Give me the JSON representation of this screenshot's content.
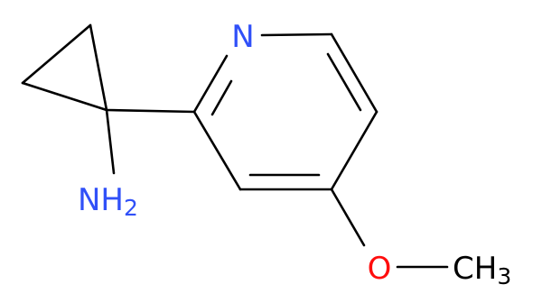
{
  "molecule": {
    "atoms": {
      "ring_nitrogen": {
        "symbol": "N",
        "color": "#3050F8"
      },
      "amine": {
        "symbol": "NH",
        "subscript": "2",
        "color": "#3050F8"
      },
      "methoxy_oxygen": {
        "symbol": "O",
        "color": "#FF0D0D"
      },
      "methyl": {
        "symbol": "CH",
        "subscript": "3",
        "color": "#000000"
      }
    },
    "bond_color": "#000000"
  }
}
